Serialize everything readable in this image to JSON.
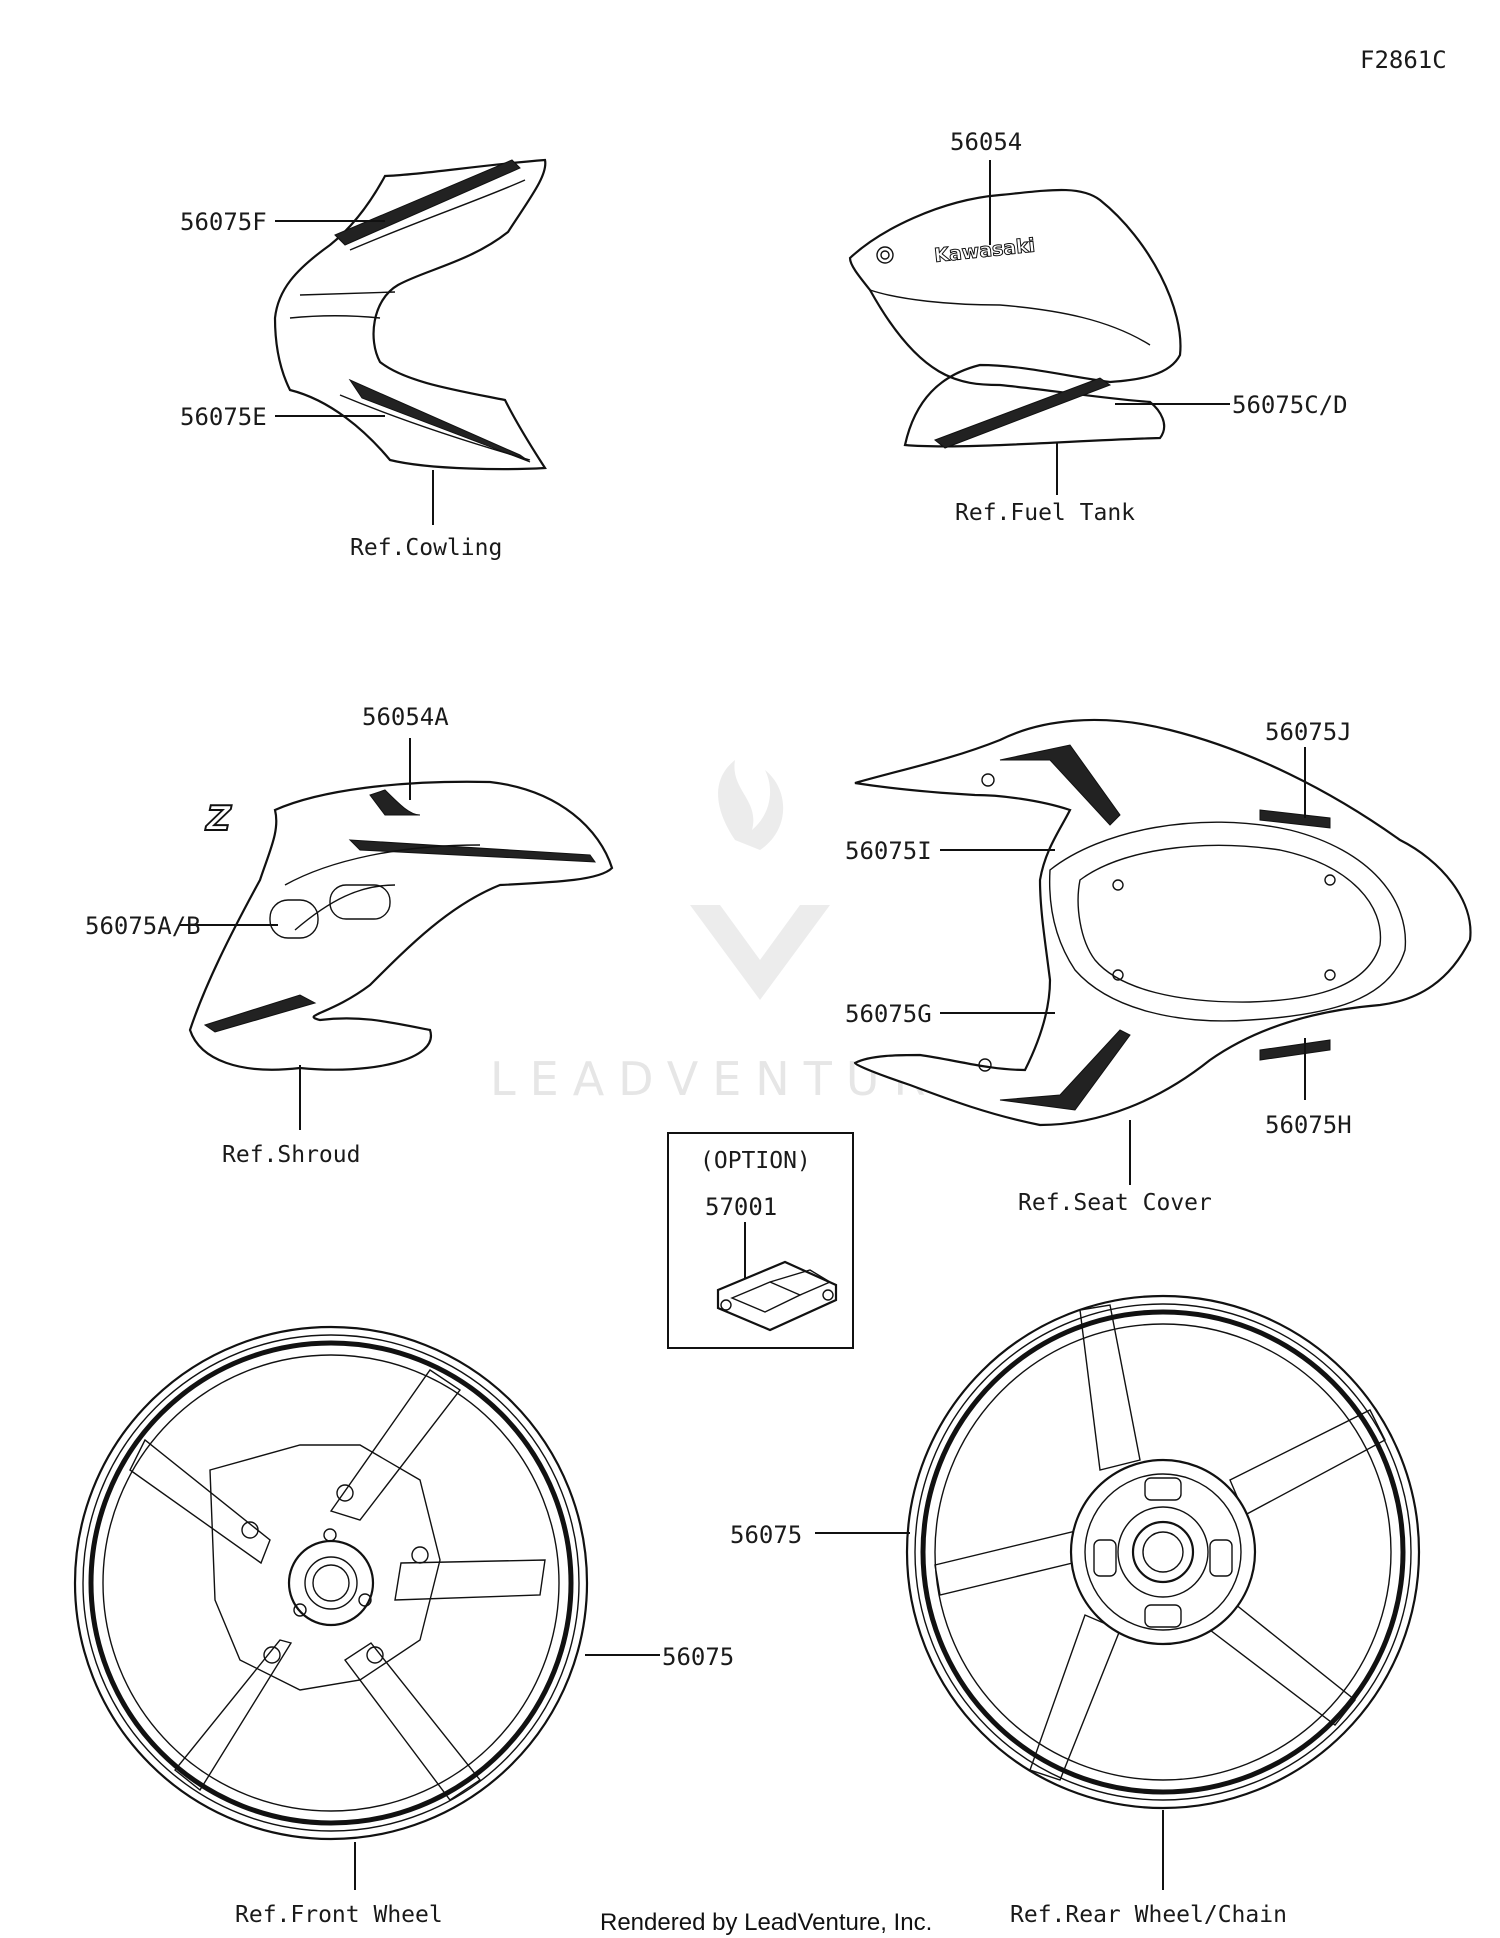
{
  "diagram_id": "F2861C",
  "watermark": "LEADVENTURE",
  "footer": "Rendered by LeadVenture, Inc.",
  "option_box": {
    "title": "(OPTION)",
    "part": "57001"
  },
  "callouts": {
    "c1": "56075F",
    "c2": "56075E",
    "c3": "Ref.Cowling",
    "c4": "56054",
    "c5": "56075C/D",
    "c6": "Ref.Fuel Tank",
    "c7": "56054A",
    "c8": "56075A/B",
    "c9": "Ref.Shroud",
    "c10": "56075J",
    "c11": "56075I",
    "c12": "56075G",
    "c13": "56075H",
    "c14": "Ref.Seat Cover",
    "c15": "56075",
    "c16": "Ref.Front Wheel",
    "c17": "56075",
    "c18": "Ref.Rear Wheel/Chain"
  },
  "decals": {
    "brand": "Kawasaki",
    "model_mark": "Z"
  },
  "colors": {
    "line": "#111111",
    "watermark": "#e6e6e6",
    "background": "#ffffff"
  }
}
